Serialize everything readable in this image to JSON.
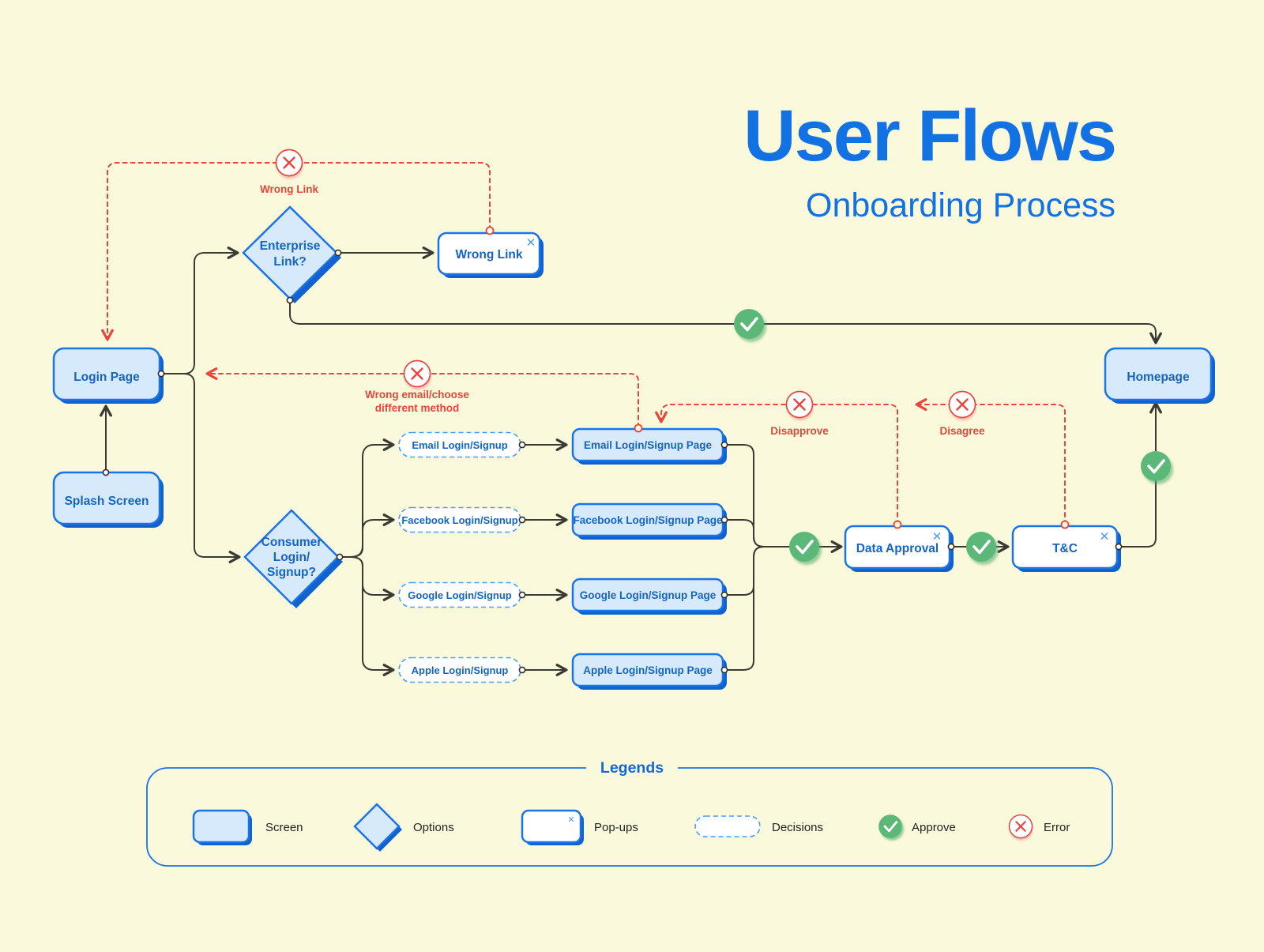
{
  "header": {
    "title": "User Flows",
    "subtitle": "Onboarding Process"
  },
  "nodes": {
    "splash_screen": {
      "label": "Splash Screen"
    },
    "login_page": {
      "label": "Login Page"
    },
    "homepage": {
      "label": "Homepage"
    },
    "enterprise_link": {
      "lines": [
        "Enterprise",
        "Link?"
      ]
    },
    "consumer_login": {
      "lines": [
        "Consumer",
        "Login/",
        "Signup?"
      ]
    },
    "wrong_link_popup": {
      "label": "Wrong Link"
    },
    "data_approval_popup": {
      "label": "Data Approval"
    },
    "tc_popup": {
      "label": "T&C"
    },
    "options": [
      {
        "label": "Email Login/Signup"
      },
      {
        "label": "Facebook Login/Signup"
      },
      {
        "label": "Google Login/Signup"
      },
      {
        "label": "Apple Login/Signup"
      }
    ],
    "pages": [
      {
        "label": "Email Login/Signup Page"
      },
      {
        "label": "Facebook Login/Signup Page"
      },
      {
        "label": "Google Login/Signup Page"
      },
      {
        "label": "Apple Login/Signup Page"
      }
    ]
  },
  "edge_labels": {
    "wrong_link": "Wrong Link",
    "wrong_email_line1": "Wrong email/choose",
    "wrong_email_line2": "different method",
    "disapprove": "Disapprove",
    "disagree": "Disagree"
  },
  "icons": {
    "close_glyph": "✕"
  },
  "legend": {
    "title": "Legends",
    "items": [
      {
        "label": "Screen"
      },
      {
        "label": "Options"
      },
      {
        "label": "Pop-ups"
      },
      {
        "label": "Decisions"
      },
      {
        "label": "Approve"
      },
      {
        "label": "Error"
      }
    ]
  },
  "colors": {
    "background": "#FAF9DB",
    "primary_blue": "#1A73E8",
    "node_fill": "#D7EAFC",
    "node_shadow": "#1262CE",
    "node_text": "#1565C0",
    "error_red": "#E8453B",
    "approve_green": "#5BB878",
    "line_dark": "#3A3A33"
  }
}
